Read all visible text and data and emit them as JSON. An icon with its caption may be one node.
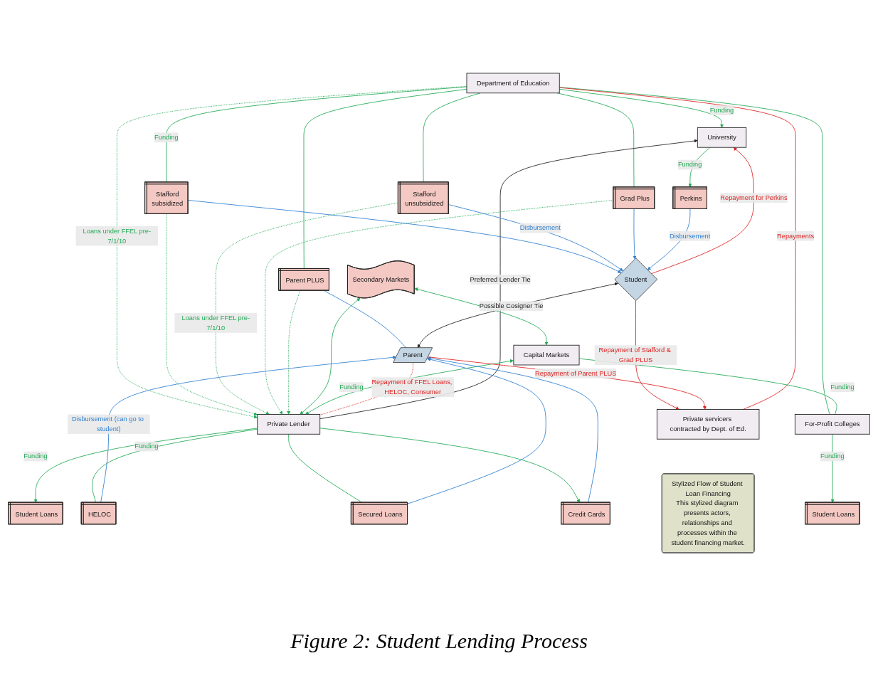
{
  "diagram": {
    "caption": "Figure 2: Student Lending Process",
    "nodes": [
      {
        "text": [
          "Department of Education"
        ]
      },
      {
        "text": [
          "University"
        ]
      },
      {
        "text": [
          "Secondary Markets"
        ]
      },
      {
        "text": [
          "Capital Markets"
        ]
      },
      {
        "text": [
          "Private Lender"
        ]
      },
      {
        "text": [
          "Stafford",
          "subsidized"
        ]
      },
      {
        "text": [
          "Stafford",
          "unsubsidized"
        ]
      },
      {
        "text": [
          "Grad Plus"
        ]
      },
      {
        "text": [
          "Parent PLUS"
        ]
      },
      {
        "text": [
          "Parent"
        ]
      },
      {
        "text": [
          "Student Loans"
        ]
      },
      {
        "text": [
          "HELOC"
        ]
      },
      {
        "text": [
          "Secured Loans"
        ]
      },
      {
        "text": [
          "Credit Cards"
        ]
      },
      {
        "text": [
          "Student"
        ]
      },
      {
        "text": [
          "Perkins"
        ]
      },
      {
        "text": [
          "Student Loans"
        ]
      },
      {
        "text": [
          "For-Profit Colleges"
        ]
      },
      {
        "text": [
          "Private servicers contracted by Dept. of Ed."
        ]
      },
      {
        "text": [
          "Stylized Flow of Student Loan Financing",
          "This stylized diagram presents actors, relationships and processes within the student financing market."
        ]
      }
    ],
    "edges": [
      {
        "from": 0,
        "to": 1,
        "arrow": "to",
        "label": "Funding"
      },
      {
        "from": 0,
        "to": 4,
        "arrow": "to",
        "label": "Loans under FFEL pre-7/1/10",
        "style": "dashed"
      },
      {
        "from": 0,
        "to": 17,
        "arrow": "none"
      },
      {
        "from": 0,
        "to": 5,
        "arrow": "none",
        "label": "Funding"
      },
      {
        "from": 0,
        "to": 6,
        "arrow": "none"
      },
      {
        "from": 0,
        "to": 7,
        "arrow": "none"
      },
      {
        "from": 0,
        "to": 8,
        "arrow": "none"
      },
      {
        "from": 5,
        "to": 4,
        "arrow": "to",
        "style": "dashed"
      },
      {
        "from": 6,
        "to": 4,
        "arrow": "to",
        "label": "Loans under FFEL pre-7/1/10",
        "style": "dashed"
      },
      {
        "from": 7,
        "to": 4,
        "arrow": "to",
        "style": "dashed"
      },
      {
        "from": 8,
        "to": 4,
        "arrow": "to",
        "style": "dashed"
      },
      {
        "from": 4,
        "to": 1,
        "arrow": "to",
        "label": "Preferred Lender Tie",
        "color": "#222222"
      },
      {
        "from": 2,
        "to": 4,
        "arrow": "both"
      },
      {
        "from": 2,
        "to": 3,
        "arrow": "both"
      },
      {
        "from": 3,
        "to": 4,
        "arrow": "both",
        "label": "Funding"
      },
      {
        "from": 3,
        "to": 17,
        "arrow": "none",
        "label": "Funding"
      },
      {
        "from": 1,
        "to": 15,
        "arrow": "to",
        "label": "Funding"
      },
      {
        "from": 4,
        "to": 10,
        "arrow": "to",
        "label": "Funding"
      },
      {
        "from": 4,
        "to": 11,
        "arrow": "none",
        "label": "Funding"
      },
      {
        "from": 4,
        "to": 12,
        "arrow": "none"
      },
      {
        "from": 4,
        "to": 13,
        "arrow": "to"
      },
      {
        "from": 5,
        "to": 14,
        "arrow": "to",
        "color": "#2f7fd0"
      },
      {
        "from": 6,
        "to": 14,
        "arrow": "to",
        "label": "Disbursement",
        "color": "#2f7fd0"
      },
      {
        "from": 7,
        "to": 14,
        "arrow": "to",
        "color": "#2f7fd0"
      },
      {
        "from": 8,
        "to": 9,
        "arrow": "none",
        "color": "#2f7fd0"
      },
      {
        "from": 11,
        "to": 9,
        "arrow": "to",
        "label": "Disbursement (can go to student)",
        "color": "#2f7fd0"
      },
      {
        "from": 12,
        "to": 9,
        "arrow": "to",
        "color": "#2f7fd0"
      },
      {
        "from": 13,
        "to": 9,
        "arrow": "to",
        "color": "#2f7fd0"
      },
      {
        "from": 9,
        "to": 4,
        "arrow": "none",
        "label": "Repayment of FFEL Loans, HELOC, Consumer",
        "style": "dashed",
        "color": "#dd2222"
      },
      {
        "from": 14,
        "to": 9,
        "arrow": "both",
        "label": "Possible Cosigner Tie",
        "color": "#222222"
      },
      {
        "from": 15,
        "to": 14,
        "arrow": "to",
        "label": "Disbursement",
        "color": "#2f7fd0"
      },
      {
        "from": 14,
        "to": 1,
        "arrow": "to",
        "label": "Repayment for Perkins",
        "color": "#dd2222"
      },
      {
        "from": 14,
        "to": 18,
        "arrow": "to",
        "label": "Repayment of Stafford & Grad PLUS",
        "color": "#dd2222"
      },
      {
        "from": 9,
        "to": 18,
        "arrow": "to",
        "label": "Repayment of Parent PLUS",
        "color": "#dd2222"
      },
      {
        "from": 0,
        "to": 18,
        "arrow": "none",
        "label": "Repayments",
        "color": "#dd2222"
      },
      {
        "from": 17,
        "to": 16,
        "arrow": "to",
        "label": "Funding"
      }
    ]
  }
}
